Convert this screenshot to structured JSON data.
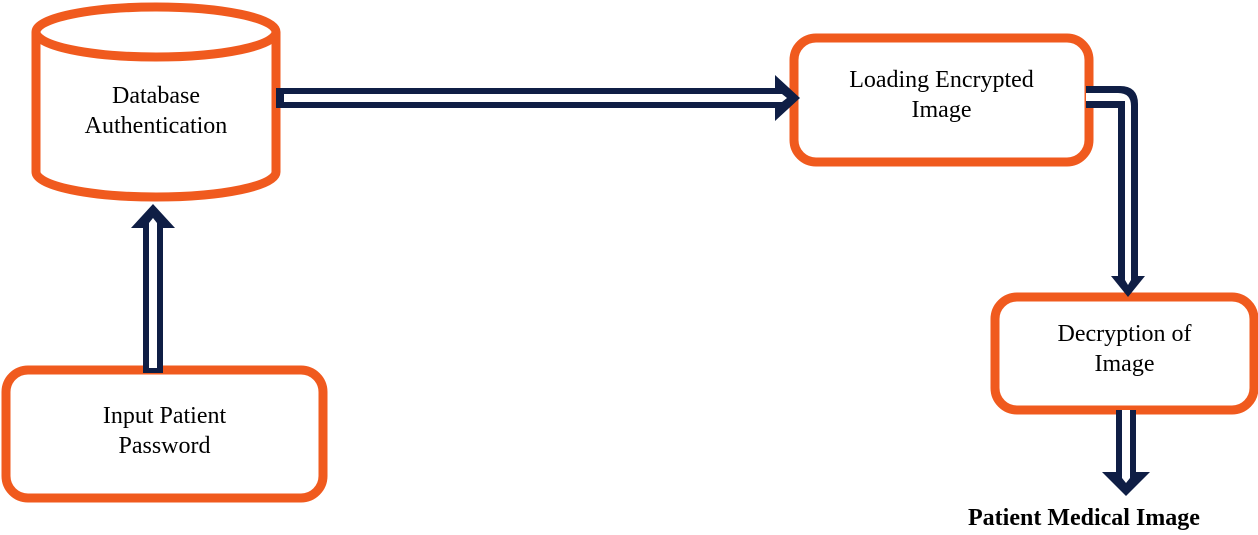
{
  "colors": {
    "box_border": "#F05A1E",
    "arrow_fill": "#0F1E45",
    "arrow_inner": "#FFFFFF"
  },
  "nodes": {
    "database": {
      "shape": "cylinder",
      "line1": "Database",
      "line2": "Authentication"
    },
    "input": {
      "shape": "rounded-rectangle",
      "line1": "Input Patient",
      "line2": "Password"
    },
    "loading": {
      "shape": "rounded-rectangle",
      "line1": "Loading Encrypted",
      "line2": "Image"
    },
    "decryption": {
      "shape": "rounded-rectangle",
      "line1": "Decryption of",
      "line2": "Image"
    }
  },
  "output": {
    "label": "Patient Medical Image"
  },
  "edges": [
    {
      "from": "input",
      "to": "database"
    },
    {
      "from": "database",
      "to": "loading"
    },
    {
      "from": "loading",
      "to": "decryption"
    },
    {
      "from": "decryption",
      "to": "output"
    }
  ]
}
